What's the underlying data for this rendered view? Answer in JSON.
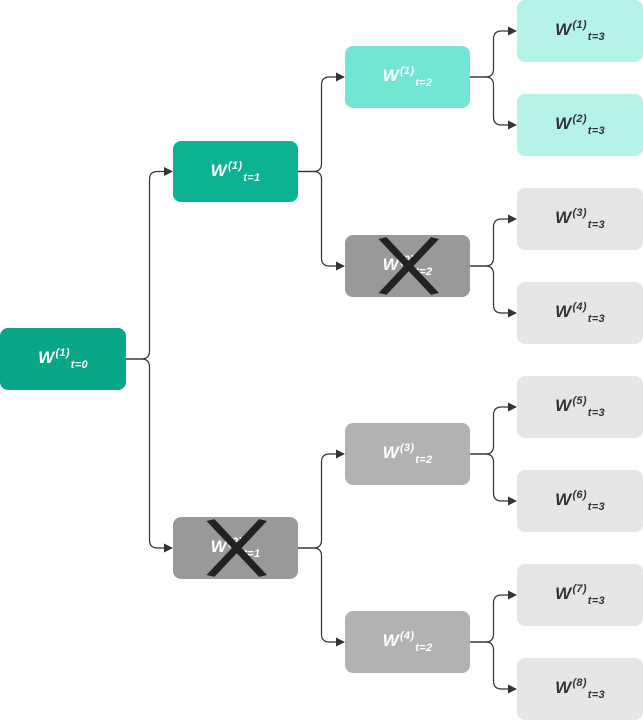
{
  "colors": {
    "primary": "#0bb393",
    "primary_dark": "#07a687",
    "light_teal": "#72e6d2",
    "pale_teal": "#b5f3e9",
    "pruned_dark": "#999999",
    "pruned_mid": "#b2b2b2",
    "leaf_grey": "#e6e6e6",
    "edge": "#333333",
    "cross": "#222222"
  },
  "nodes": [
    {
      "id": "t0_1",
      "base": "W",
      "sup": "(1)",
      "sub": "t=0",
      "style": "root",
      "crossed": false
    },
    {
      "id": "t1_1",
      "base": "W",
      "sup": "(1)",
      "sub": "t=1",
      "style": "primary",
      "crossed": false
    },
    {
      "id": "t1_2",
      "base": "W",
      "sup": "(2)",
      "sub": "t=1",
      "style": "pruned-dark",
      "crossed": true
    },
    {
      "id": "t2_1",
      "base": "W",
      "sup": "(1)",
      "sub": "t=2",
      "style": "light-teal",
      "crossed": false
    },
    {
      "id": "t2_2",
      "base": "W",
      "sup": "(2)",
      "sub": "t=2",
      "style": "pruned-dark",
      "crossed": true
    },
    {
      "id": "t2_3",
      "base": "W",
      "sup": "(3)",
      "sub": "t=2",
      "style": "pruned-mid",
      "crossed": false
    },
    {
      "id": "t2_4",
      "base": "W",
      "sup": "(4)",
      "sub": "t=2",
      "style": "pruned-mid",
      "crossed": false
    },
    {
      "id": "t3_1",
      "base": "W",
      "sup": "(1)",
      "sub": "t=3",
      "style": "pale-teal",
      "crossed": false
    },
    {
      "id": "t3_2",
      "base": "W",
      "sup": "(2)",
      "sub": "t=3",
      "style": "pale-teal",
      "crossed": false
    },
    {
      "id": "t3_3",
      "base": "W",
      "sup": "(3)",
      "sub": "t=3",
      "style": "leaf-grey",
      "crossed": false
    },
    {
      "id": "t3_4",
      "base": "W",
      "sup": "(4)",
      "sub": "t=3",
      "style": "leaf-grey",
      "crossed": false
    },
    {
      "id": "t3_5",
      "base": "W",
      "sup": "(5)",
      "sub": "t=3",
      "style": "leaf-grey",
      "crossed": false
    },
    {
      "id": "t3_6",
      "base": "W",
      "sup": "(6)",
      "sub": "t=3",
      "style": "leaf-grey",
      "crossed": false
    },
    {
      "id": "t3_7",
      "base": "W",
      "sup": "(7)",
      "sub": "t=3",
      "style": "leaf-grey",
      "crossed": false
    },
    {
      "id": "t3_8",
      "base": "W",
      "sup": "(8)",
      "sub": "t=3",
      "style": "leaf-grey",
      "crossed": false
    }
  ],
  "edges": [
    [
      "t0_1",
      "t1_1"
    ],
    [
      "t0_1",
      "t1_2"
    ],
    [
      "t1_1",
      "t2_1"
    ],
    [
      "t1_1",
      "t2_2"
    ],
    [
      "t1_2",
      "t2_3"
    ],
    [
      "t1_2",
      "t2_4"
    ],
    [
      "t2_1",
      "t3_1"
    ],
    [
      "t2_1",
      "t3_2"
    ],
    [
      "t2_2",
      "t3_3"
    ],
    [
      "t2_2",
      "t3_4"
    ],
    [
      "t2_3",
      "t3_5"
    ],
    [
      "t2_3",
      "t3_6"
    ],
    [
      "t2_4",
      "t3_7"
    ],
    [
      "t2_4",
      "t3_8"
    ]
  ]
}
